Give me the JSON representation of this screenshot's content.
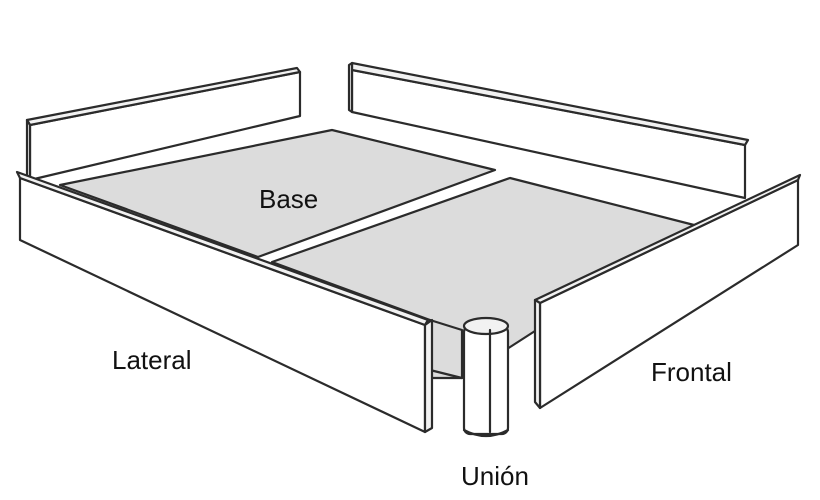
{
  "labels": {
    "base": "Base",
    "lateral": "Lateral",
    "frontal": "Frontal",
    "union": "Unión"
  },
  "colors": {
    "panel_face": "#ffffff",
    "panel_top": "#f2f2f2",
    "base_fill": "#dcdcdc",
    "outline": "#2b2b2b"
  }
}
